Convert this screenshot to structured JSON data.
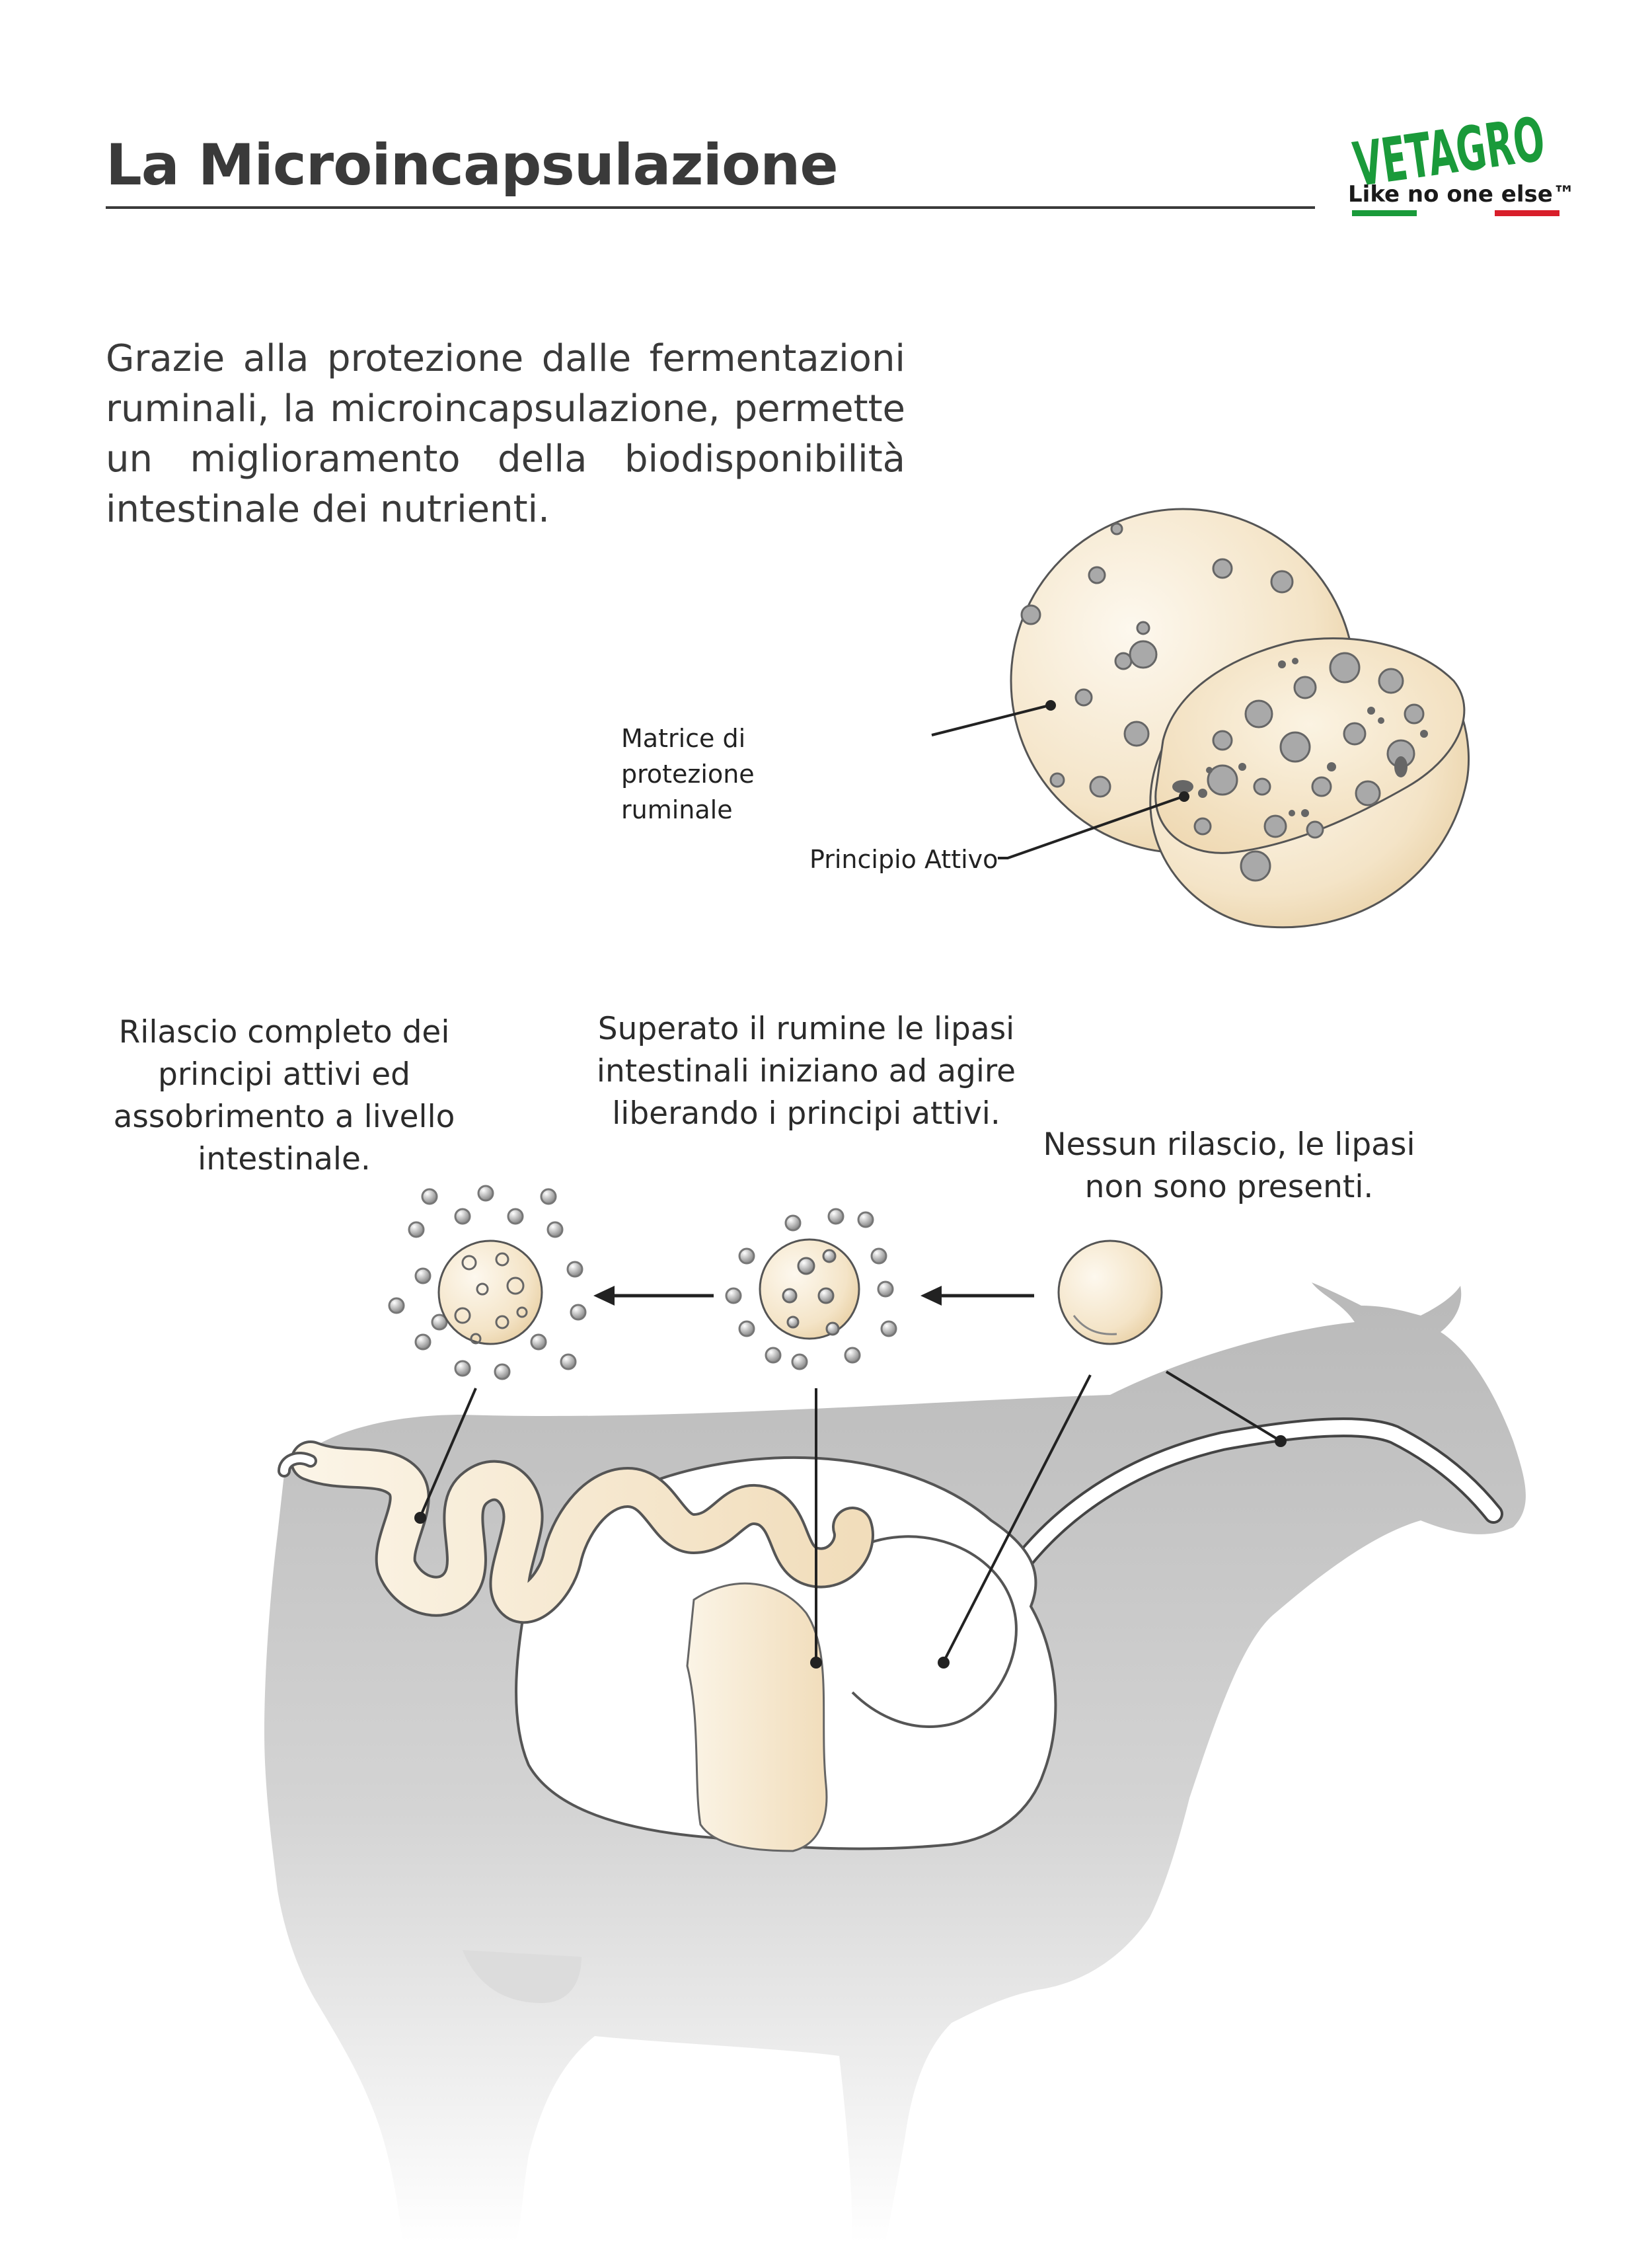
{
  "header": {
    "title": "La Microincapsulazione"
  },
  "logo": {
    "brand": "VETAGRO",
    "tagline": "Like no one else™",
    "colors": {
      "brand": "#1a9a3a",
      "green": "#1a9a3a",
      "red": "#d81e2a"
    }
  },
  "intro": {
    "text": "Grazie alla protezione dalle fermentazioni ruminali, la microincapsulazione, permette un miglioramento della biodisponibilità intestinale dei nutrienti."
  },
  "microcapsule": {
    "labels": {
      "matrix": "Matrice di protezione ruminale",
      "active": "Principio Attivo"
    }
  },
  "stages": [
    {
      "text": "Rilascio completo dei principi attivi ed assobrimento a livello intestinale."
    },
    {
      "text": "Superato il rumine le lipasi intestinali iniziano ad agire liberando i principi attivi."
    },
    {
      "text": "Nessun rilascio, le lipasi non sono presenti."
    }
  ],
  "colors": {
    "text": "#3a3a3a",
    "cow_silhouette": "#c8c8c8",
    "capsule_fill": "#f3e3c6",
    "particle": "#a8a8a8"
  }
}
